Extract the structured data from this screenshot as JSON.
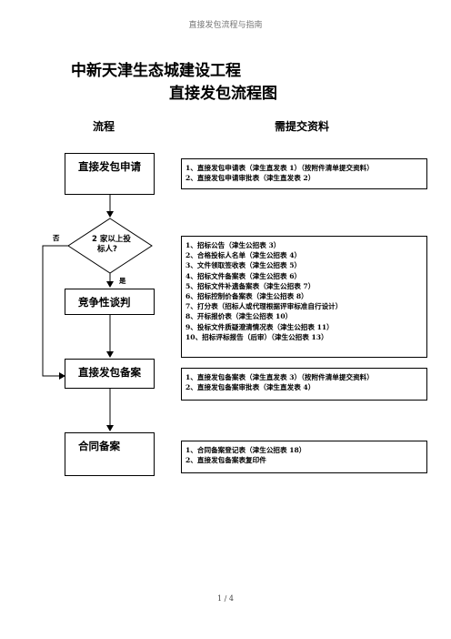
{
  "header": {
    "text": "直接发包流程与指南"
  },
  "title": {
    "line1": "中新天津生态城建设工程",
    "line2": "直接发包流程图"
  },
  "columns": {
    "flow": "流程",
    "materials": "需提交资料"
  },
  "flow": {
    "step1": "直接发包申请",
    "decision": {
      "line1": "2 家以上投",
      "line2": "标人?"
    },
    "no_label": "否",
    "yes_label": "是",
    "step2": "竞争性谈判",
    "step3": "直接发包备案",
    "step4": "合同备案"
  },
  "materials": {
    "group1": [
      "1、直接发包申请表（津生直发表 1）（按附件清单提交资料）",
      "2、直接发包申请审批表（津生直发表 2）"
    ],
    "group2": [
      "1、招标公告（津生公招表 3）",
      "2、合格投标人名单（津生公招表 4）",
      "3、文件领取签收表（津生公招表 5）",
      "4、招标文件备案表（津生公招表 6）",
      "5、招标文件补遗备案表（津生公招表 7）",
      "6、招标控制价备案表（津生公招表 8）",
      "7、打分表（招标人或代理根据评审标准自行设计）",
      "8、开标报价表（津生公招表 10）",
      "9、投标文件质疑澄清情况表（津生公招表 11）",
      "10、招标评标报告（后审）（津生公招表 13）"
    ],
    "group3": [
      "1、直接发包备案表（津生直发表 3）（按附件清单提交资料）",
      "2、直接发包备案审批表（津生直发表 4）"
    ],
    "group4": [
      "1、合同备案登记表（津生公招表 18）",
      "2、直接发包备案表复印件"
    ]
  },
  "footer": {
    "page": "1 / 4"
  }
}
